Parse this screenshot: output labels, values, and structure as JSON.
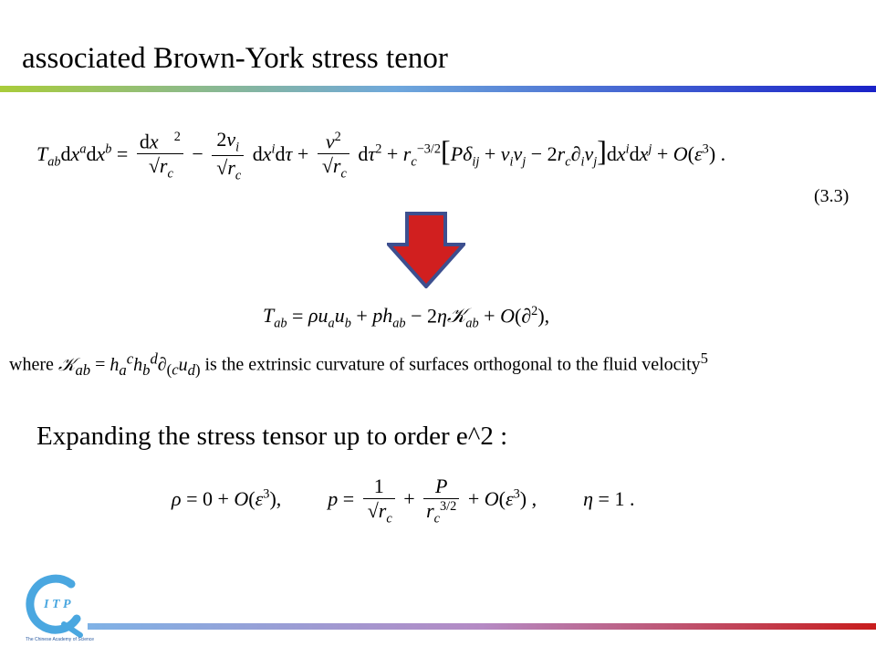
{
  "slide": {
    "title": "associated Brown-York stress tenor",
    "subtitle": "Expanding the stress tensor up to order e^2 :"
  },
  "equations": {
    "eq_3_3_label": "(3.3)",
    "where_prefix": "where",
    "where_suffix": "is the extrinsic curvature of surfaces orthogonal to the fluid velocity",
    "footnote_mark": "5"
  },
  "logo": {
    "text": "I T P",
    "caption": "The Chinese Academy of Science"
  },
  "colors": {
    "bar_start": "#a9cc3a",
    "bar_mid": "#6fa8dc",
    "bar_end": "#1a22c8",
    "bottom_bar_start": "#7fb2e6",
    "bottom_bar_end": "#c81d1d",
    "arrow_fill": "#d11f1f",
    "arrow_stroke": "#3d4f8f",
    "logo_blue": "#4aa7e0"
  }
}
